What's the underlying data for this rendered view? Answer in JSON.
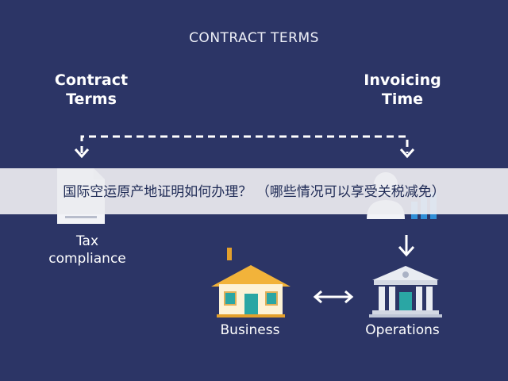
{
  "header": {
    "title": "CONTRACT TERMS"
  },
  "nodes": {
    "contract_terms": {
      "line1": "Contract",
      "line2": "Terms"
    },
    "invoicing_time": {
      "line1": "Invoicing",
      "line2": "Time"
    },
    "tax_compliance": {
      "line1": "Tax",
      "line2": "compliance"
    },
    "business": {
      "label": "Business"
    },
    "operations": {
      "label": "Operations"
    }
  },
  "overlay": {
    "text": "国际空运原产地证明如何办理？ （哪些情况可以享受关税减免）"
  },
  "icons": [
    "document-icon",
    "person-icon",
    "bar-chart-icon",
    "house-icon",
    "bank-building-icon"
  ],
  "colors": {
    "background": "#2c3566",
    "arrow": "#ffffff",
    "house_roof": "#f2b33a",
    "house_wall": "#fdf2d6",
    "house_door": "#2aa6a4",
    "bank_body": "#e9ecf2",
    "bank_door": "#2aa6a4",
    "chart_bars": "#2f8fd8",
    "banner": "#ececf0",
    "banner_text": "#1e2a55"
  }
}
